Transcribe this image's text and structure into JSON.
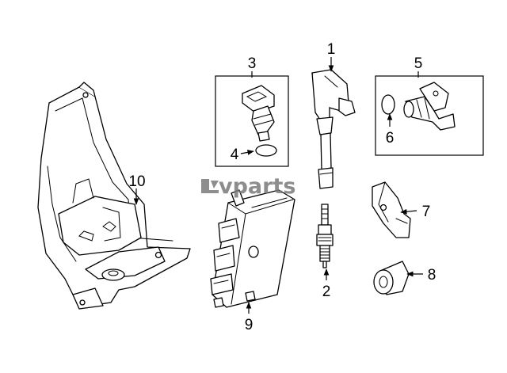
{
  "watermark": {
    "text": "vparts"
  },
  "callouts": [
    {
      "id": "1",
      "text": "1"
    },
    {
      "id": "2",
      "text": "2"
    },
    {
      "id": "3",
      "text": "3"
    },
    {
      "id": "4",
      "text": "4"
    },
    {
      "id": "5",
      "text": "5"
    },
    {
      "id": "6",
      "text": "6"
    },
    {
      "id": "7",
      "text": "7"
    },
    {
      "id": "8",
      "text": "8"
    },
    {
      "id": "9",
      "text": "9"
    },
    {
      "id": "10",
      "text": "10"
    }
  ]
}
